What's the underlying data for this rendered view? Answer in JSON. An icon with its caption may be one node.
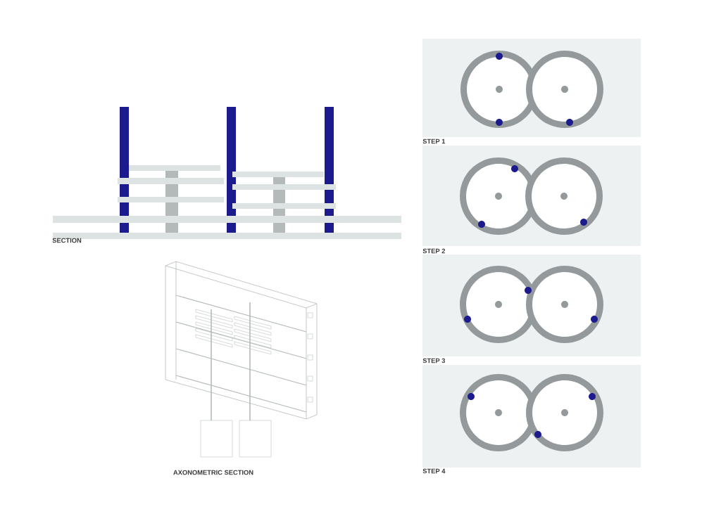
{
  "diagram": {
    "labels": [
      "STEP 1",
      "SECTION",
      "STEP 2",
      "STEP 3",
      "STEP 4",
      "AXONOMETRIC SECTION"
    ]
  }
}
